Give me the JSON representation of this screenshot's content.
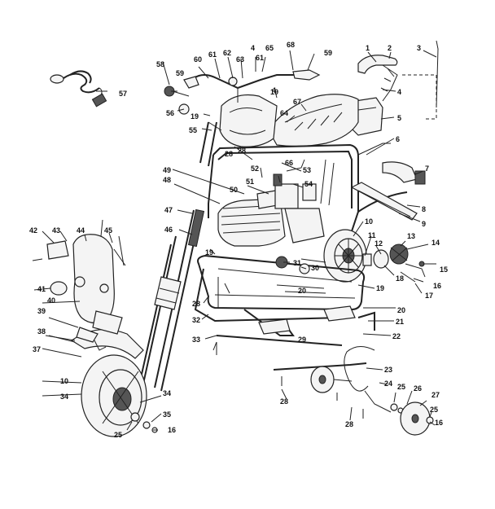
{
  "diagram": {
    "labels": {
      "p1": "1",
      "p2": "2",
      "p3": "3",
      "p4": "4",
      "p5": "5",
      "p6": "6",
      "p7": "7",
      "p8": "8",
      "p9": "9",
      "p10": "10",
      "p10b": "10",
      "p11": "11",
      "p12": "12",
      "p13": "13",
      "p14": "14",
      "p15": "15",
      "p16": "16",
      "p16b": "16",
      "p16c": "16",
      "p17": "17",
      "p18": "18",
      "p19a": "19",
      "p19b": "19",
      "p19c": "19",
      "p19d": "19",
      "p20a": "20",
      "p20b": "20",
      "p21": "21",
      "p22": "22",
      "p23": "23",
      "p24": "24",
      "p25a": "25",
      "p25b": "25",
      "p25c": "25",
      "p26": "26",
      "p27": "27",
      "p28a": "28",
      "p28b": "28",
      "p28c": "28",
      "p28d": "28",
      "p28e": "28",
      "p29": "29",
      "p30": "30",
      "p31": "31",
      "p32": "32",
      "p33": "33",
      "p34a": "34",
      "p34b": "34",
      "p35": "35",
      "p37": "37",
      "p38": "38",
      "p39": "39",
      "p40": "40",
      "p41": "41",
      "p42": "42",
      "p43": "43",
      "p44": "44",
      "p45": "45",
      "p46": "46",
      "p47": "47",
      "p48": "48",
      "p49": "49",
      "p50": "50",
      "p51": "51",
      "p52": "52",
      "p53": "53",
      "p54": "54",
      "p55": "55",
      "p56": "56",
      "p57": "57",
      "p58": "58",
      "p59": "59",
      "p59b": "59",
      "p60": "60",
      "p61a": "61",
      "p61b": "61",
      "p62": "62",
      "p63": "63",
      "p64": "64",
      "p65": "65",
      "p66": "66",
      "p67": "67",
      "p68": "68",
      "p4b": "4",
      "p4c": "4"
    }
  }
}
